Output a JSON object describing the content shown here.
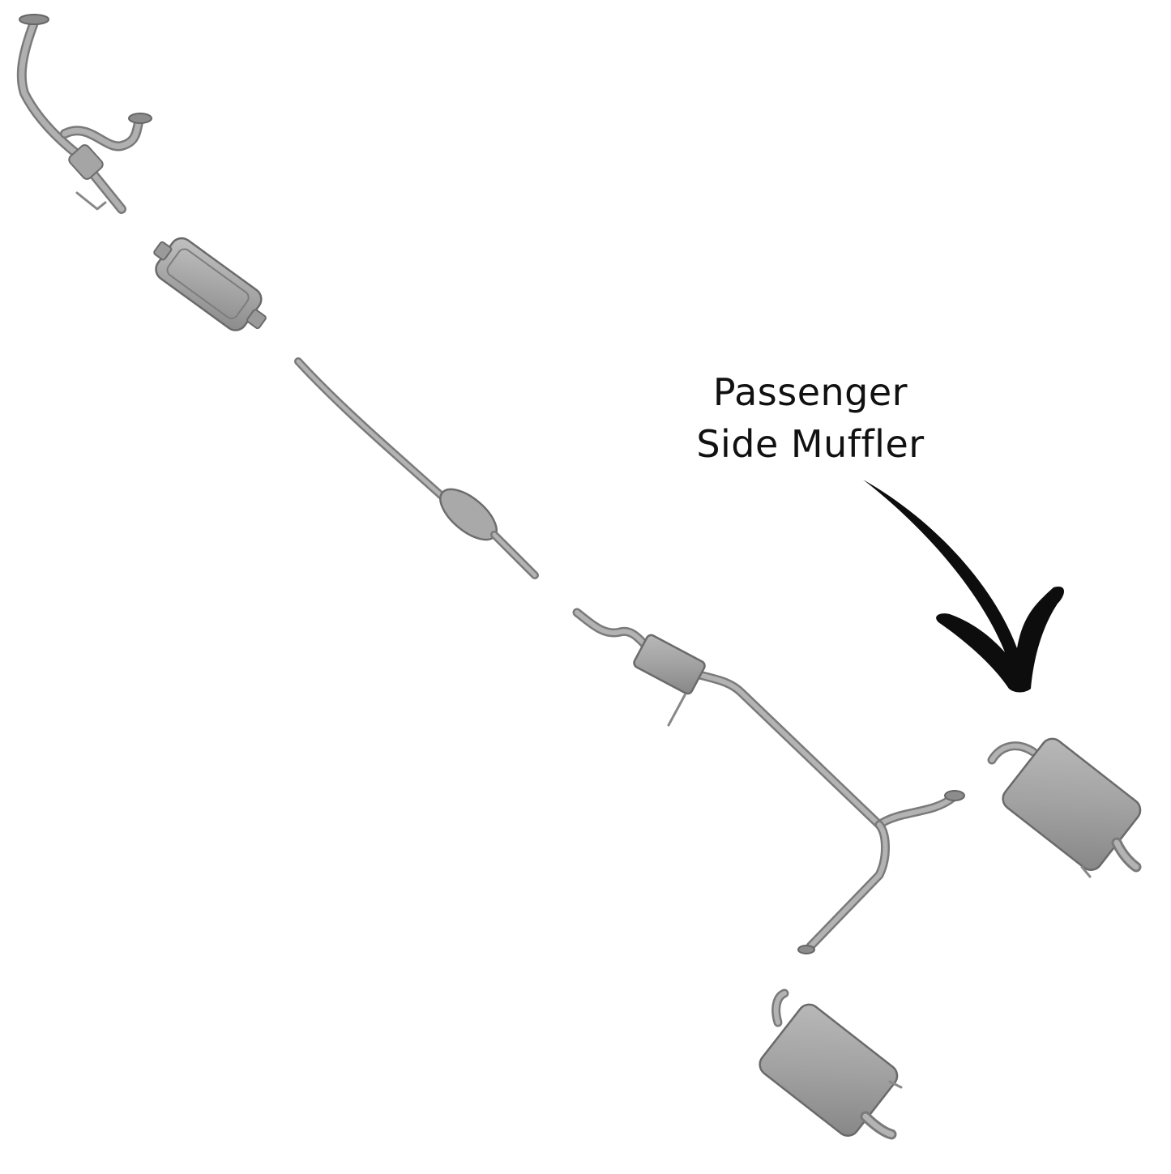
{
  "callout": {
    "line1": "Passenger",
    "line2": "Side Muffler"
  },
  "colors": {
    "pipe": "#9a9a9a",
    "pipe_dark": "#6f6f6f",
    "muffler": "#a8a8a8",
    "muffler_shade": "#8c8c8c",
    "arrow": "#0d0d0d"
  },
  "icons": [
    "exhaust-part",
    "arrow-icon"
  ]
}
